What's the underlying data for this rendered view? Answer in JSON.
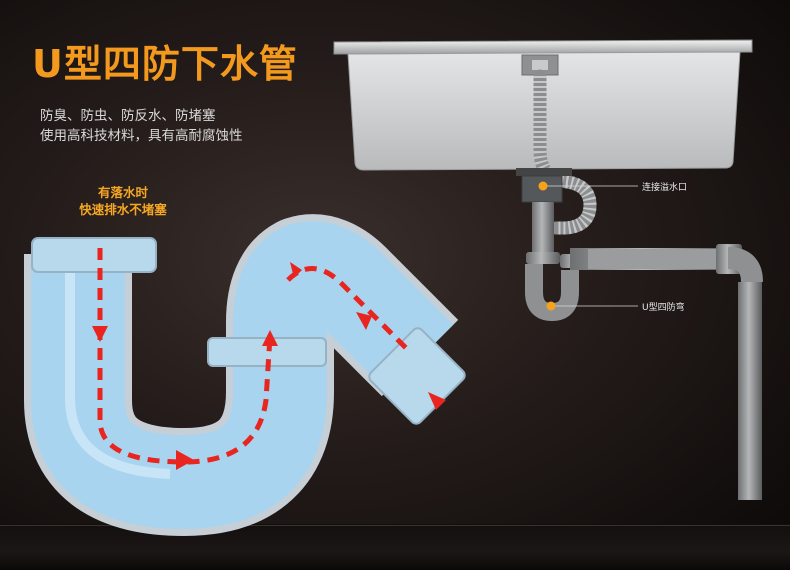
{
  "title": "U型四防下水管",
  "features": [
    "防臭、防虫、防反水、防堵塞",
    "使用高科技材料，具有高耐腐蚀性"
  ],
  "flow_note": [
    "有落水时",
    "快速排水不堵塞"
  ],
  "callouts": {
    "overflow": "连接溢水口",
    "u_bend": "U型四防弯"
  },
  "colors": {
    "title": "#f39a1e",
    "note": "#f5a623",
    "arrow": "#e8251f",
    "pipe_fill": "#a8d4ef",
    "callout_dot": "#f7a21b"
  }
}
